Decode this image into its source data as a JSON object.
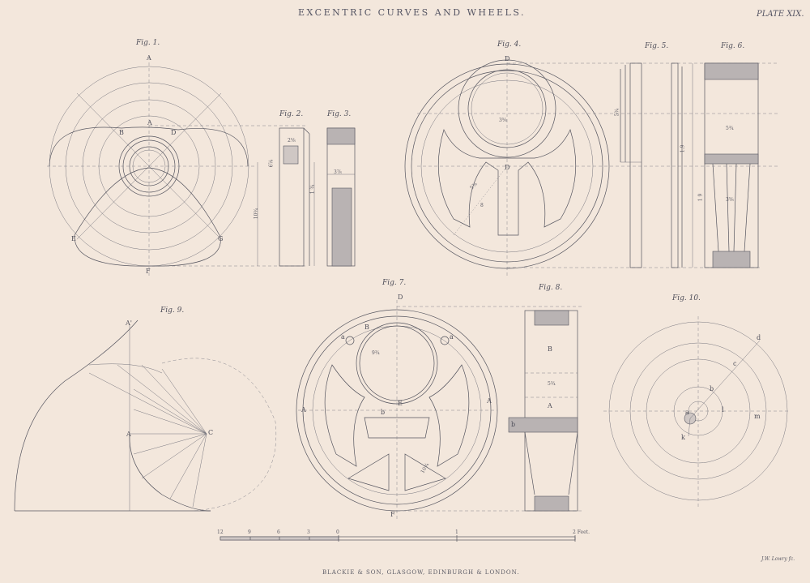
{
  "header": {
    "title": "EXCENTRIC CURVES AND WHEELS.",
    "plate": "PLATE XIX."
  },
  "figures": {
    "fig1": "Fig. 1.",
    "fig2": "Fig. 2.",
    "fig3": "Fig. 3.",
    "fig4": "Fig. 4.",
    "fig5": "Fig. 5.",
    "fig6": "Fig. 6.",
    "fig7": "Fig. 7.",
    "fig8": "Fig. 8.",
    "fig9": "Fig. 9.",
    "fig10": "Fig. 10."
  },
  "fig1_points": [
    "A",
    "B",
    "A",
    "D",
    "E",
    "F",
    "G"
  ],
  "fig4_points": [
    "D",
    "D"
  ],
  "fig7_points": [
    "D",
    "B",
    "a",
    "a",
    "A",
    "A",
    "E",
    "b",
    "F"
  ],
  "fig8_points": [
    "B",
    "A",
    "b"
  ],
  "fig9_points": [
    "A'",
    "A",
    "C"
  ],
  "fig10_points": [
    "d",
    "c",
    "b",
    "l",
    "m",
    "a",
    "k"
  ],
  "dimensions": [
    "2⅝",
    "3⅞",
    "10¾",
    "6⅝",
    "1 ¾",
    "3⅝",
    "5¾",
    "5¾",
    "1.9",
    "1 9",
    "3⅝",
    "5¾",
    "9¾",
    "5⅞",
    "10¾",
    "8"
  ],
  "scale": {
    "ticks": [
      "12",
      "9",
      "6",
      "3",
      "0",
      "1",
      "2 Feet."
    ]
  },
  "footer": {
    "publisher": "BLACKIE & SON, GLASGOW, EDINBURGH & LONDON.",
    "engraver": "J.W. Lowry fc."
  }
}
